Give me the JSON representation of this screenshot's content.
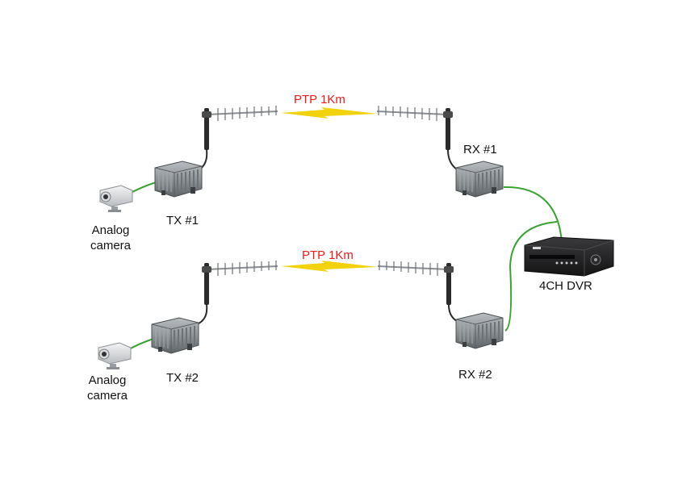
{
  "colors": {
    "background": "#ffffff",
    "link_label": "#e41c1c",
    "lightning": "#f2d20c",
    "cable": "#3aa232",
    "device_body": "#8f9499",
    "dvr_body": "#1f1f21",
    "text": "#111111"
  },
  "links": [
    {
      "label": "PTP  1Km"
    },
    {
      "label": "PTP  1Km"
    }
  ],
  "transmitters": [
    {
      "label": "TX #1"
    },
    {
      "label": "TX #2"
    }
  ],
  "receivers": [
    {
      "label": "RX #1"
    },
    {
      "label": "RX #2"
    }
  ],
  "cameras": [
    {
      "label_line1": "Analog",
      "label_line2": "camera"
    },
    {
      "label_line1": "Analog",
      "label_line2": "camera"
    }
  ],
  "dvr": {
    "label": "4CH DVR"
  },
  "icons": {
    "antenna": "yagi-antenna-icon",
    "radio": "outdoor-radio-unit-icon",
    "camera": "bullet-camera-icon",
    "dvr": "dvr-recorder-icon",
    "wireless_link": "lightning-bolt-icon"
  }
}
